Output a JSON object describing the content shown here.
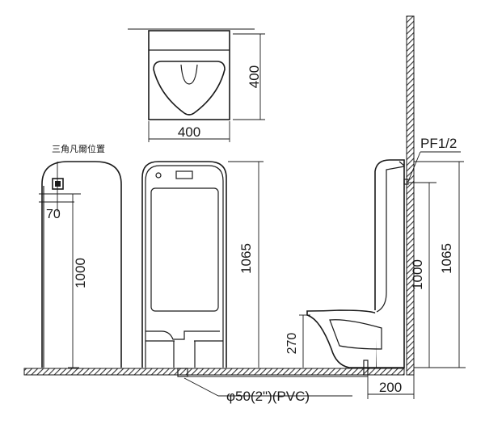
{
  "labels": {
    "valve_position": "三角凡爾位置",
    "pipe_spec": "PF1/2",
    "drain_spec": "φ50(2\")(PVC)"
  },
  "dimensions": {
    "top_depth": "400",
    "top_width": "400",
    "valve_offset": "70",
    "valve_height": "1000",
    "front_height": "1065",
    "side_height_1065": "1065",
    "side_height_1000": "1000",
    "side_lip_height": "270",
    "wall_offset": "200"
  }
}
